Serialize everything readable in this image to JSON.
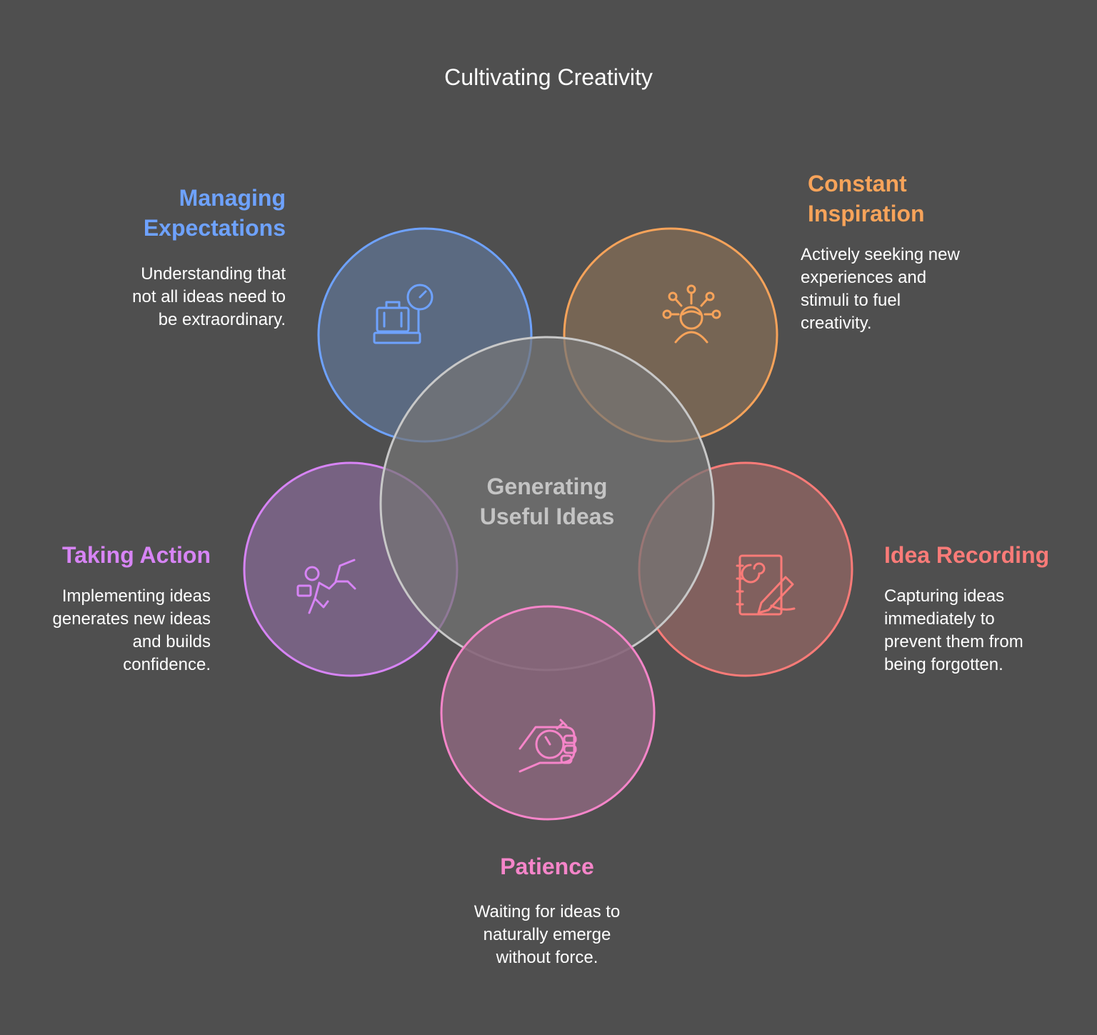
{
  "title": "Cultivating Creativity",
  "center": {
    "label": "Generating\nUseful Ideas",
    "fill": "#757575",
    "stroke": "#c8c8c8"
  },
  "items": [
    {
      "id": "managing-expectations",
      "heading": "Managing\nExpectations",
      "description": "Understanding that\nnot all ideas need to\nbe extraordinary.",
      "color": "#6ea2ff",
      "fill": "#5c6d86",
      "icon": "luggage-scale-icon"
    },
    {
      "id": "constant-inspiration",
      "heading": "Constant\nInspiration",
      "description": "Actively seeking new\nexperiences and\nstimuli to fuel\ncreativity.",
      "color": "#f7a35a",
      "fill": "#7a6754",
      "icon": "inspired-person-icon"
    },
    {
      "id": "taking-action",
      "heading": "Taking Action",
      "description": "Implementing ideas\ngenerates new ideas\nand builds\nconfidence.",
      "color": "#d784f5",
      "fill": "#7b6487",
      "icon": "running-person-icon"
    },
    {
      "id": "idea-recording",
      "heading": "Idea Recording",
      "description": "Capturing ideas\nimmediately to\nprevent them from\nbeing forgotten.",
      "color": "#fa7b78",
      "fill": "#86625f",
      "icon": "notebook-pen-icon"
    },
    {
      "id": "patience",
      "heading": "Patience",
      "description": "Waiting for ideas to\nnaturally emerge\nwithout force.",
      "color": "#f585c9",
      "fill": "#87657a",
      "icon": "hand-stopwatch-icon"
    }
  ]
}
